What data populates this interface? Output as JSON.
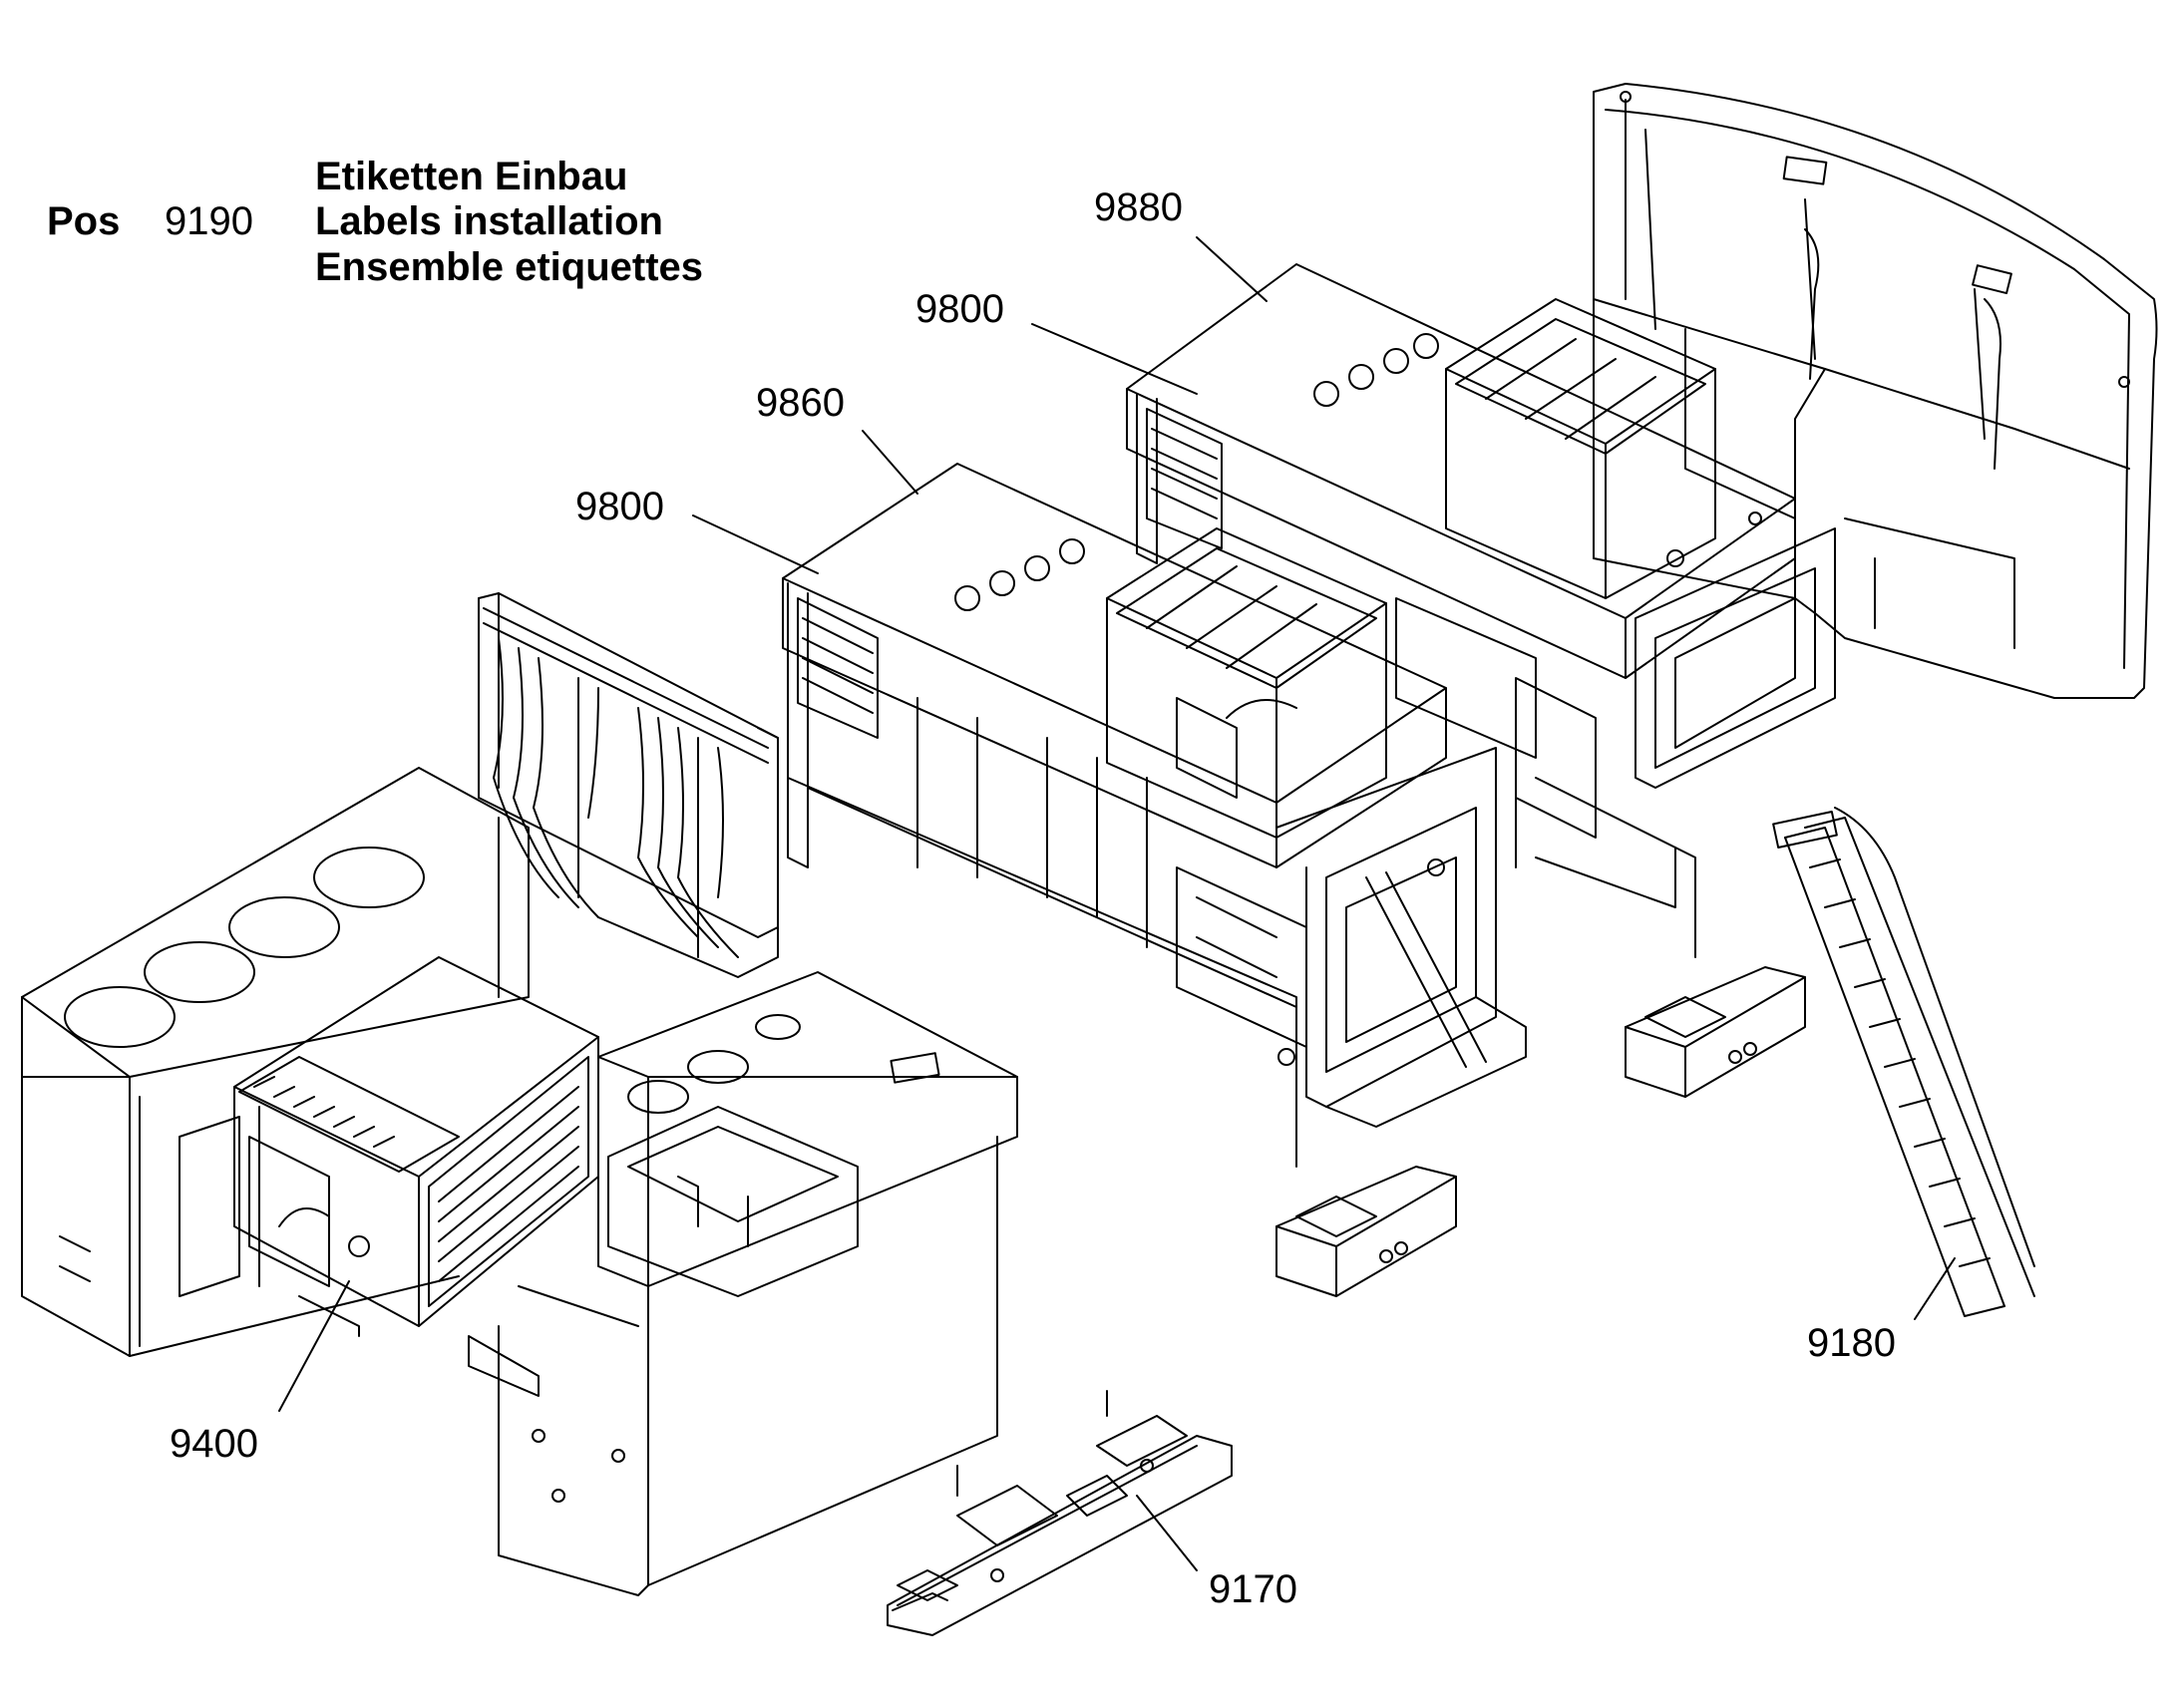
{
  "header": {
    "pos_label": "Pos",
    "pos_number": "9190",
    "title_lines": [
      "Etiketten Einbau",
      "Labels installation",
      "Ensemble etiquettes"
    ]
  },
  "callouts": [
    {
      "id": "9880",
      "label": "9880"
    },
    {
      "id": "9800-upper",
      "label": "9800"
    },
    {
      "id": "9860",
      "label": "9860"
    },
    {
      "id": "9800-lower",
      "label": "9800"
    },
    {
      "id": "9400",
      "label": "9400"
    },
    {
      "id": "9180",
      "label": "9180"
    },
    {
      "id": "9170",
      "label": "9170"
    }
  ],
  "colors": {
    "line": "#000000",
    "background": "#ffffff"
  }
}
